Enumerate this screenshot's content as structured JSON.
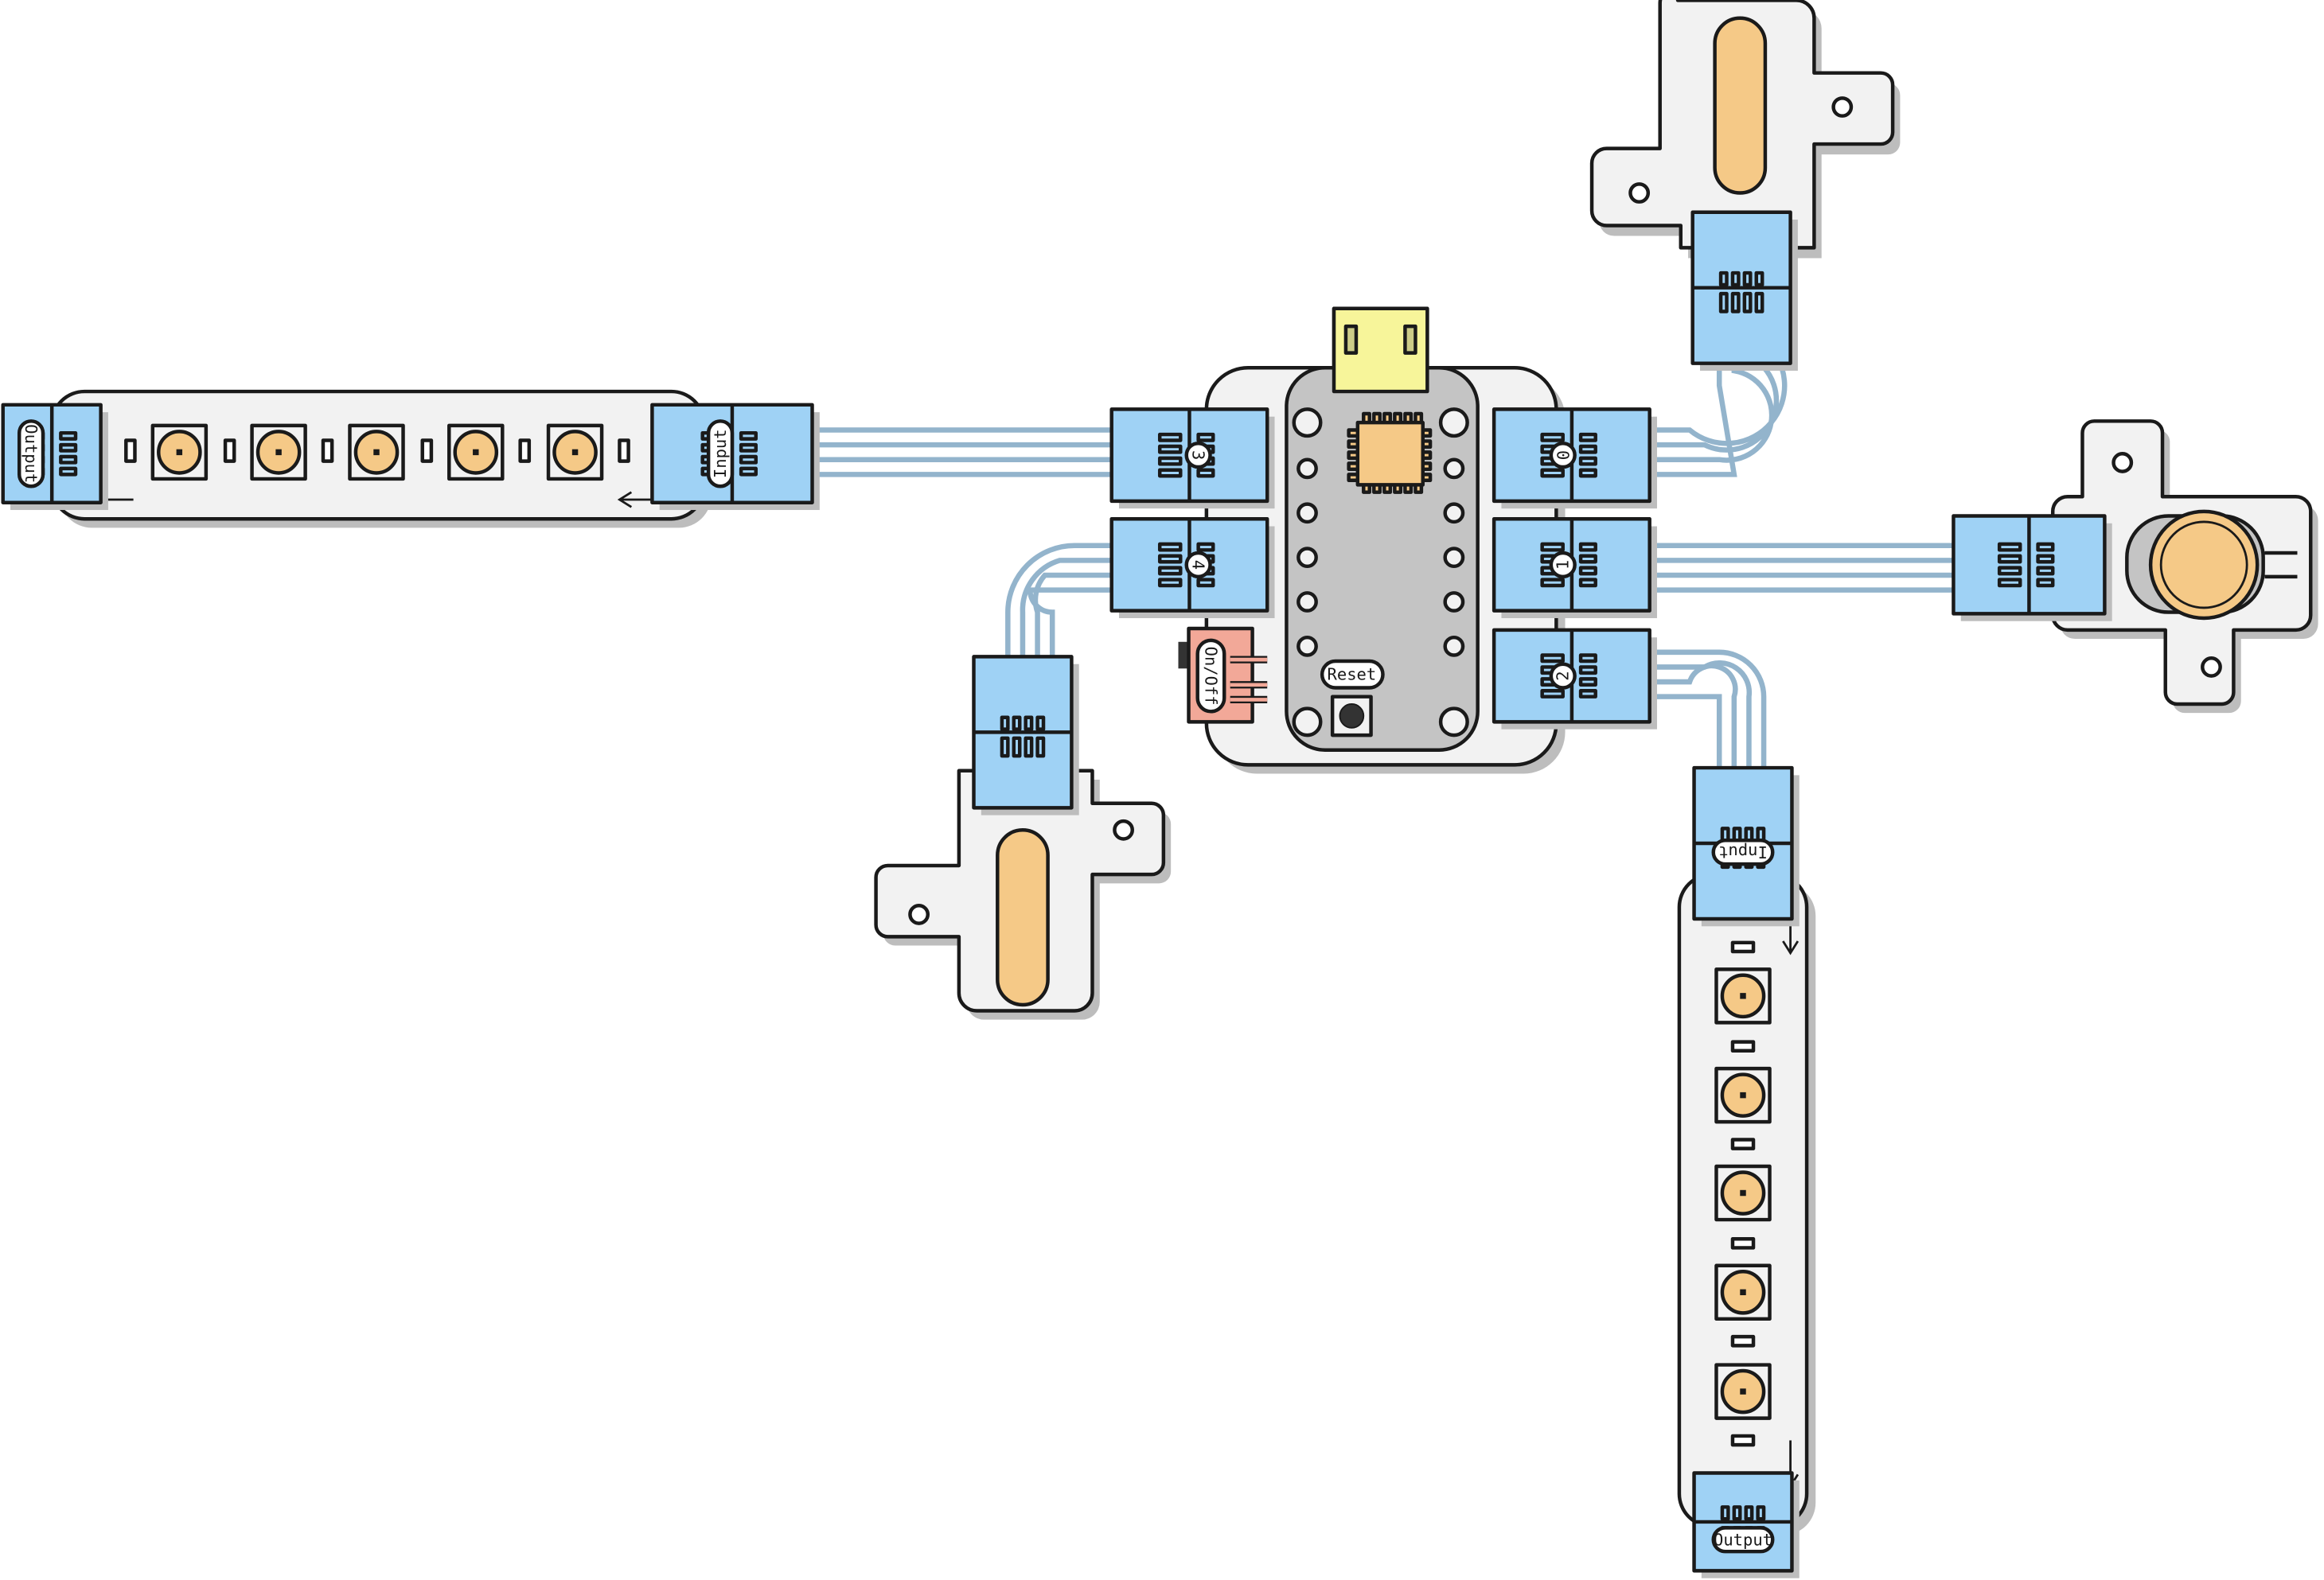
{
  "diagram": {
    "controller": {
      "ports": {
        "p0": "0",
        "p1": "1",
        "p2": "2",
        "p3": "3",
        "p4": "4"
      },
      "switch_label": "On/Off",
      "reset_label": "Reset"
    },
    "left_strip": {
      "input_label": "Input",
      "output_label": "Output",
      "led_count": 5
    },
    "bottom_strip": {
      "input_label": "Input",
      "output_label": "Output",
      "led_count": 5
    },
    "colors": {
      "connector": "#9fd2f5",
      "led": "#f5c987",
      "board": "#f2f2f2",
      "pcb": "#c4c4c4",
      "usb": "#f7f59a",
      "switch": "#f2a898",
      "wire": "#93b4cc"
    }
  }
}
